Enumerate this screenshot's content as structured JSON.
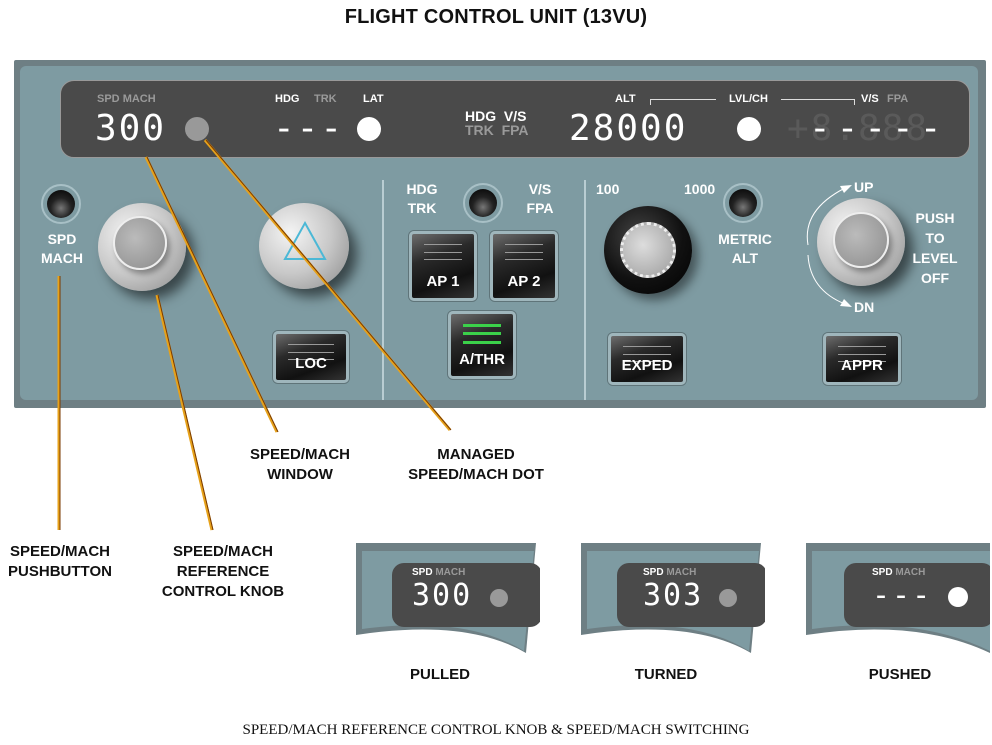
{
  "title": "FLIGHT CONTROL UNIT (13VU)",
  "display": {
    "spd_label": "SPD",
    "mach_label": "MACH",
    "speed_value": "300",
    "managed_dot": "dim",
    "hdg_label": "HDG",
    "trk_label": "TRK",
    "lat_label": "LAT",
    "hdg_value": "---",
    "hdgvs_top": "HDG",
    "hdgvs_top2": "V/S",
    "trkfpa_bottom": "TRK",
    "trkfpa_bottom2": "FPA",
    "alt_label": "ALT",
    "lvlch_label": "LVL/CH",
    "vs_label": "V/S",
    "fpa_label": "FPA",
    "alt_value": "28000",
    "vs_value": "-----",
    "vs_bg": "+8.888"
  },
  "panel": {
    "spd_mach_pb_label": [
      "SPD",
      "MACH"
    ],
    "hdg_trk_label": [
      "HDG",
      "TRK"
    ],
    "vs_fpa_label": [
      "V/S",
      "FPA"
    ],
    "loc_label": "LOC",
    "ap1_label": "AP 1",
    "ap2_label": "AP 2",
    "athr_label": "A/THR",
    "alt_100_label": "100",
    "alt_1000_label": "1000",
    "metric_alt_label": [
      "METRIC",
      "ALT"
    ],
    "exped_label": "EXPED",
    "appr_label": "APPR",
    "up_label": "UP",
    "dn_label": "DN",
    "push_level_off": [
      "PUSH",
      "TO",
      "LEVEL",
      "OFF"
    ]
  },
  "callouts": {
    "window": [
      "SPEED/MACH",
      "WINDOW"
    ],
    "dot": [
      "MANAGED",
      "SPEED/MACH DOT"
    ],
    "pushbutton": [
      "SPEED/MACH",
      "PUSHBUTTON"
    ],
    "knob": [
      "SPEED/MACH",
      "REFERENCE",
      "CONTROL KNOB"
    ]
  },
  "states": [
    {
      "label": "PULLED",
      "spd": "SPD",
      "mach": "MACH",
      "value": "300",
      "dot": "dim"
    },
    {
      "label": "TURNED",
      "spd": "SPD",
      "mach": "MACH",
      "value": "303",
      "dot": "dim"
    },
    {
      "label": "PUSHED",
      "spd": "SPD",
      "mach": "MACH",
      "value": "---",
      "dot": "lit"
    }
  ],
  "caption": "SPEED/MACH REFERENCE CONTROL KNOB & SPEED/MACH SWITCHING",
  "colors": {
    "panel": "#7e9ba2",
    "panel_frame": "#6e7f84",
    "display": "#4a4a4a",
    "leader": "#e7a21a",
    "athr_green": "#3bd14a"
  }
}
